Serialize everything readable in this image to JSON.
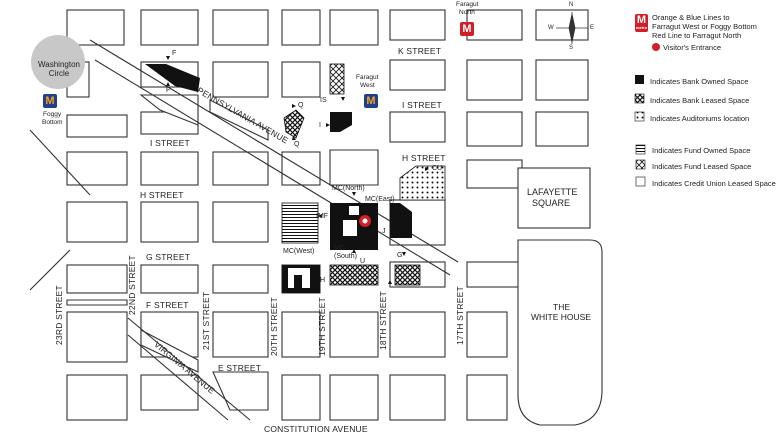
{
  "streets": {
    "k": "K STREET",
    "i_east": "I STREET",
    "i_west": "I STREET",
    "h_west": "H STREET",
    "h_east": "H STREET",
    "g": "G STREET",
    "f": "F STREET",
    "e": "E STREET",
    "pennsylvania": "PENNSYLVANIA AVENUE",
    "virginia": "VIRGINIA AVENUE",
    "constitution": "CONSTITUTION AVENUE",
    "s23": "23RD STREET",
    "s22": "22ND STREET",
    "s21": "21ST STREET",
    "s20": "20TH STREET",
    "s19": "19TH STREET",
    "s18": "18TH STREET",
    "s17": "17TH STREET"
  },
  "places": {
    "washington_circle": "Washington Circle",
    "lafayette_1": "LAFAYETTE",
    "lafayette_2": "SQUARE",
    "white_house_1": "THE",
    "white_house_2": "WHITE HOUSE",
    "foggy_bottom_1": "Foggy",
    "foggy_bottom_2": "Bottom",
    "farragut_west_1": "Faragut",
    "farragut_west_2": "West",
    "farragut_north_1": "Faragut",
    "farragut_north_2": "North"
  },
  "building_codes": {
    "f_top": "F",
    "f_bottom": "F",
    "q_top": "Q",
    "q_bottom": "Q",
    "is": "IS",
    "i": "I",
    "cu": "CU",
    "mc_north": "MC(North)",
    "mc_east": "MC(East)",
    "mc_west": "MC(West)",
    "mc_south": "MC (South)",
    "imf": "IMF",
    "j": "J",
    "h": "H",
    "u": "U",
    "g": "G"
  },
  "compass": {
    "n": "N",
    "s": "S",
    "e": "E",
    "w": "W"
  },
  "legend": {
    "metro_icon": "M",
    "metro_sub": "metro",
    "metro_line1": "Orange & Blue Lines to",
    "metro_line2": "Farragut West or Foggy Bottom",
    "metro_line3": "Red Line to Farragut North",
    "visitor": "Visitor's Entrance",
    "bank_owned": "Indicates Bank Owned Space",
    "bank_leased": "Indicates Bank Leased Space",
    "auditorium": "Indicates Auditoriums location",
    "fund_owned": "Indicates Fund Owned Space",
    "fund_leased": "Indicates Fund Leased Space",
    "credit_union": "Indicates Credit Union Leased Space"
  },
  "colors": {
    "metro_red": "#d21f27",
    "metro_blue": "#1f3f8f",
    "metro_orange": "#f6a21a",
    "block_border": "#333333",
    "circle_gray": "#c8c8c8"
  }
}
